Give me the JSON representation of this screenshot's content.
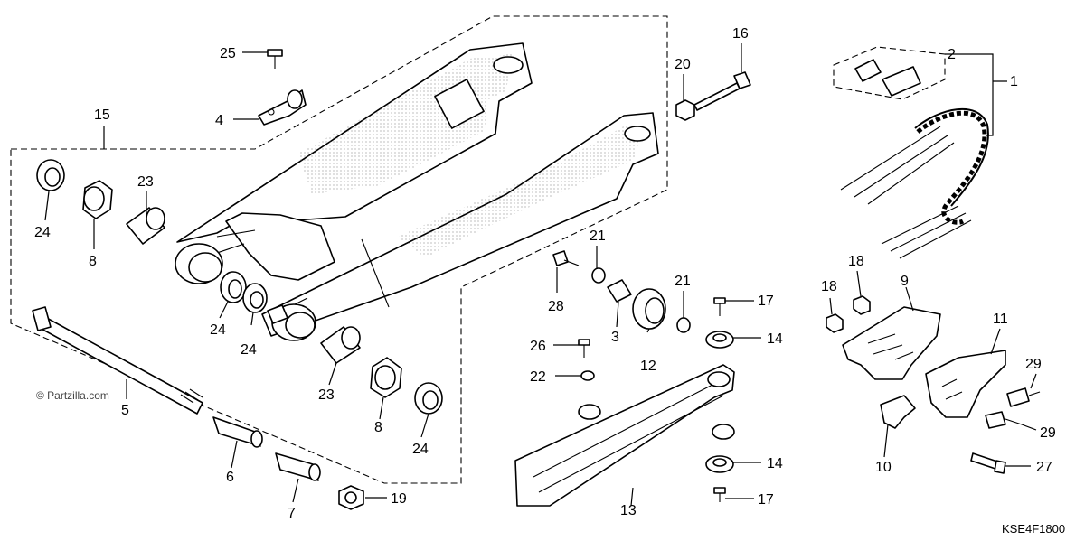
{
  "watermark": "© Partzilla.com",
  "diagram_code": "KSE4F1800",
  "groups": [
    {
      "key": "chain",
      "label": "1"
    },
    {
      "key": "swingarm",
      "label": "15"
    }
  ],
  "callouts": [
    {
      "key": "c1",
      "label": "1"
    },
    {
      "key": "c2",
      "label": "2"
    },
    {
      "key": "c3",
      "label": "3"
    },
    {
      "key": "c4",
      "label": "4"
    },
    {
      "key": "c5",
      "label": "5"
    },
    {
      "key": "c6",
      "label": "6"
    },
    {
      "key": "c7",
      "label": "7"
    },
    {
      "key": "c8a",
      "label": "8"
    },
    {
      "key": "c8b",
      "label": "8"
    },
    {
      "key": "c9",
      "label": "9"
    },
    {
      "key": "c10",
      "label": "10"
    },
    {
      "key": "c11",
      "label": "11"
    },
    {
      "key": "c12",
      "label": "12"
    },
    {
      "key": "c13",
      "label": "13"
    },
    {
      "key": "c14a",
      "label": "14"
    },
    {
      "key": "c14b",
      "label": "14"
    },
    {
      "key": "c15",
      "label": "15"
    },
    {
      "key": "c16",
      "label": "16"
    },
    {
      "key": "c17a",
      "label": "17"
    },
    {
      "key": "c17b",
      "label": "17"
    },
    {
      "key": "c18a",
      "label": "18"
    },
    {
      "key": "c18b",
      "label": "18"
    },
    {
      "key": "c19",
      "label": "19"
    },
    {
      "key": "c20",
      "label": "20"
    },
    {
      "key": "c21a",
      "label": "21"
    },
    {
      "key": "c21b",
      "label": "21"
    },
    {
      "key": "c22",
      "label": "22"
    },
    {
      "key": "c23a",
      "label": "23"
    },
    {
      "key": "c23b",
      "label": "23"
    },
    {
      "key": "c24a",
      "label": "24"
    },
    {
      "key": "c24b",
      "label": "24"
    },
    {
      "key": "c24c",
      "label": "24"
    },
    {
      "key": "c24d",
      "label": "24"
    },
    {
      "key": "c25",
      "label": "25"
    },
    {
      "key": "c26",
      "label": "26"
    },
    {
      "key": "c27",
      "label": "27"
    },
    {
      "key": "c28",
      "label": "28"
    },
    {
      "key": "c29a",
      "label": "29"
    },
    {
      "key": "c29b",
      "label": "29"
    }
  ]
}
